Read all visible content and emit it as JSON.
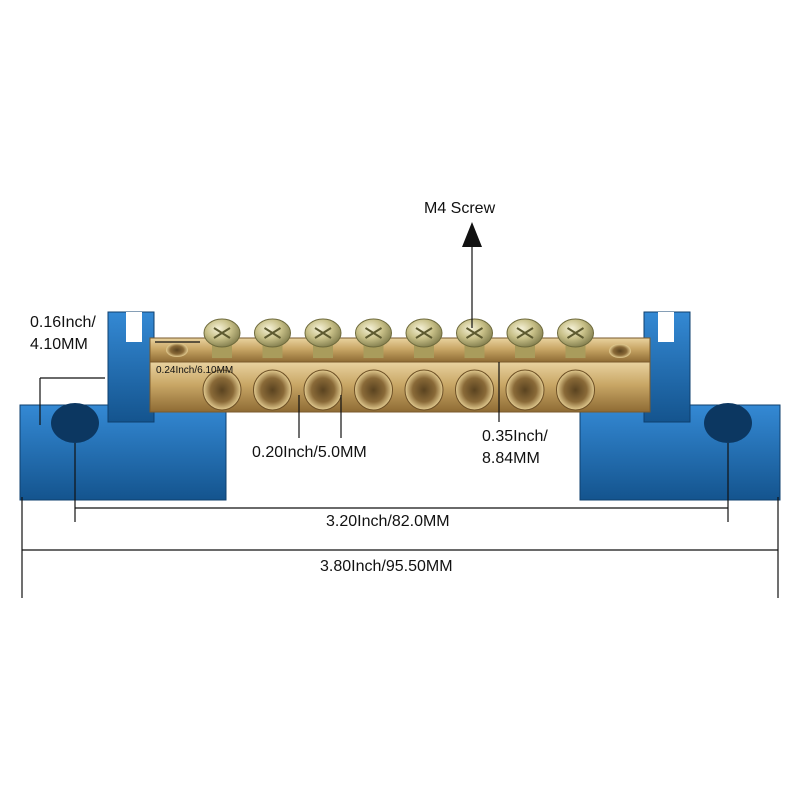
{
  "product": {
    "body_color": "#1e6fb5",
    "brass_color": "#c9a766",
    "screw_count": 8
  },
  "labels": {
    "screw": "M4 Screw",
    "hole_diameter": "0.16Inch/\n4.10MM",
    "bar_thickness": "0.24Inch/6.10MM",
    "hole_spacing": "0.20Inch/5.0MM",
    "bar_height": "0.35Inch/\n8.84MM",
    "mount_distance": "3.20Inch/82.0MM",
    "total_length": "3.80Inch/95.50MM"
  }
}
